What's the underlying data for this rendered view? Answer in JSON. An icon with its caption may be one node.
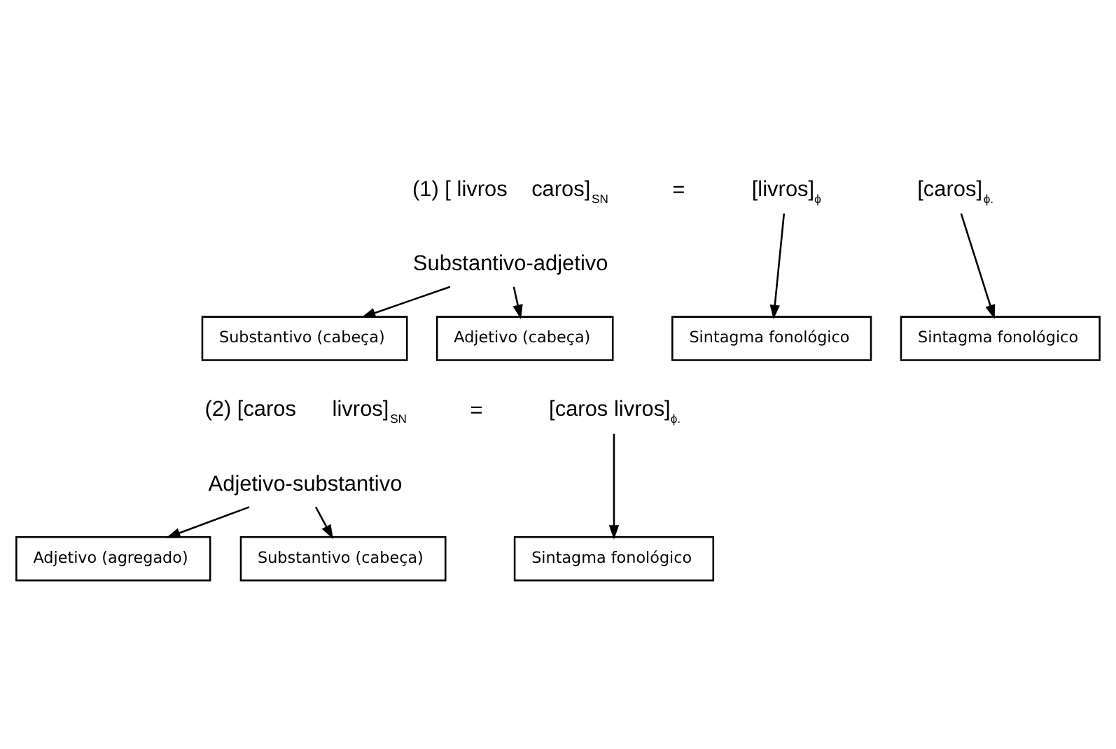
{
  "diagram": {
    "nodes": [
      {
        "text": [
          "Substantivo-adjetivo"
        ]
      },
      {
        "text": [
          "Substantivo (cabeça)"
        ]
      },
      {
        "text": [
          "Adjetivo (cabeça)"
        ]
      },
      {
        "text": [
          "[livros]$_{ϕ}$"
        ]
      },
      {
        "text": [
          "Sintagma fonológico"
        ]
      },
      {
        "text": [
          "[caros]$_{ϕ.}$"
        ]
      },
      {
        "text": [
          "Sintagma fonológico"
        ]
      },
      {
        "text": [
          "Adjetivo-substantivo"
        ]
      },
      {
        "text": [
          "Adjetivo (agregado)"
        ]
      },
      {
        "text": [
          "Substantivo (cabeça)"
        ]
      },
      {
        "text": [
          "[caros livros]$_{ϕ.}$"
        ]
      },
      {
        "text": [
          "Sintagma fonológico"
        ]
      }
    ],
    "edges": [
      {
        "from": 0,
        "to": 1,
        "arrow": "to"
      },
      {
        "from": 0,
        "to": 2,
        "arrow": "to"
      },
      {
        "from": 3,
        "to": 4,
        "arrow": "to"
      },
      {
        "from": 5,
        "to": 6,
        "arrow": "to"
      },
      {
        "from": 7,
        "to": 8,
        "arrow": "to"
      },
      {
        "from": 7,
        "to": 9,
        "arrow": "to"
      },
      {
        "from": 10,
        "to": 11,
        "arrow": "to"
      }
    ],
    "labels": [
      "(1) [ livros    caros]$_{SN}$",
      "=",
      "(2) [caros      livros]$_{SN}$",
      "="
    ]
  }
}
